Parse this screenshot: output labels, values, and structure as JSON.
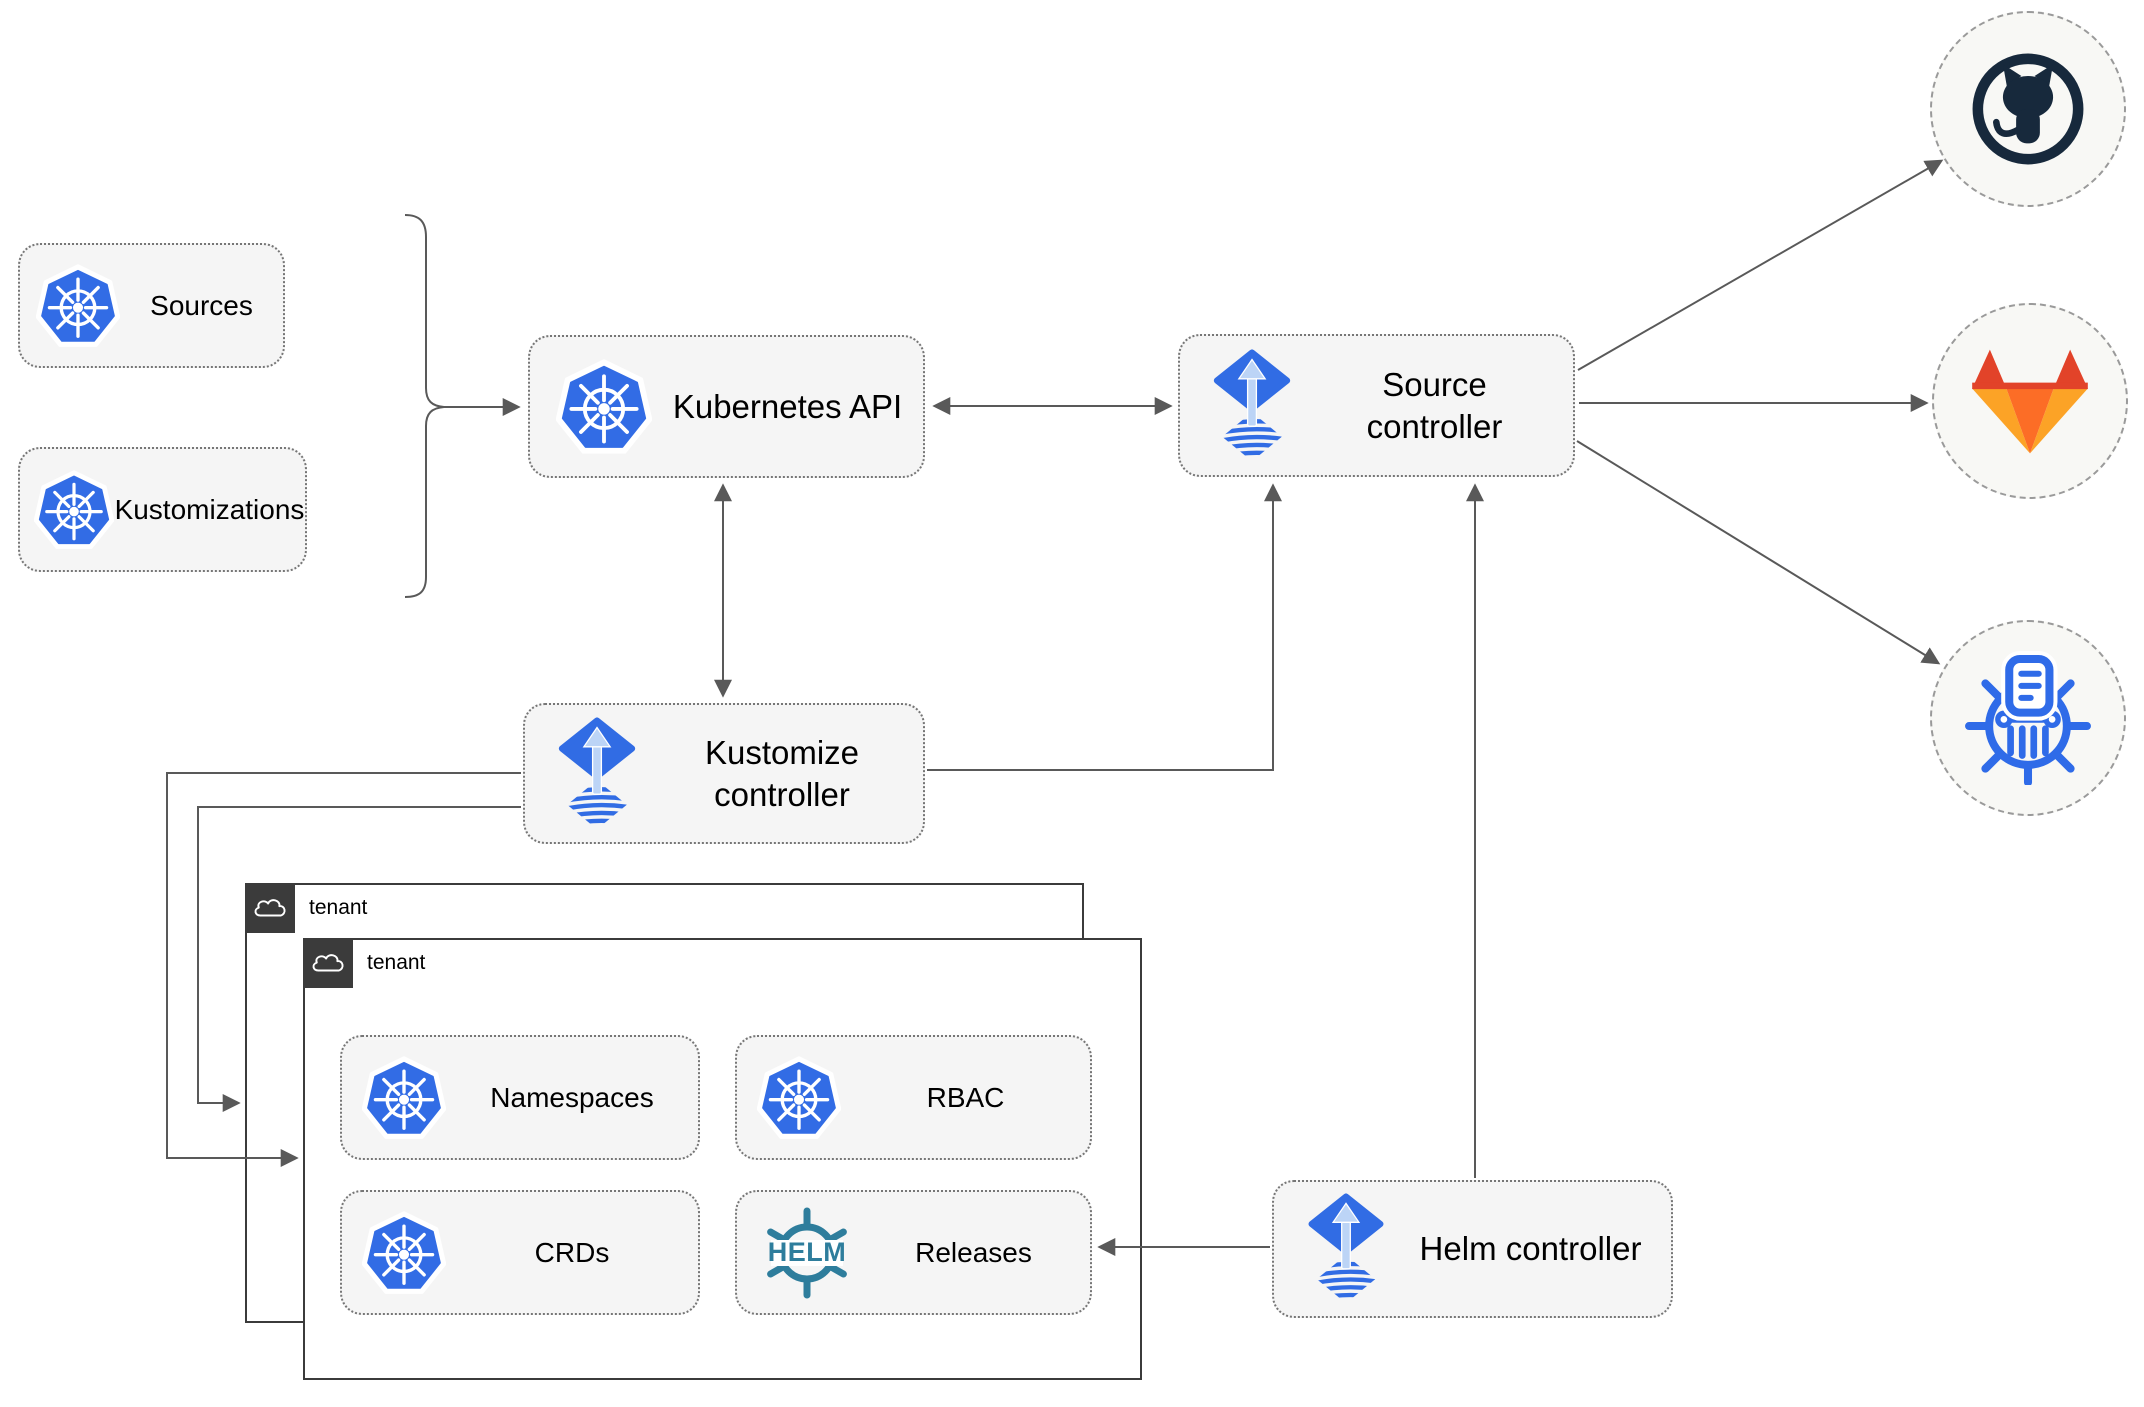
{
  "nodes": {
    "sources": {
      "label": "Sources"
    },
    "kustomizations": {
      "label": "Kustomizations"
    },
    "kubernetes_api": {
      "label": "Kubernetes API"
    },
    "source_controller": {
      "label": "Source controller"
    },
    "kustomize_controller": {
      "label": "Kustomize controller"
    },
    "helm_controller": {
      "label": "Helm controller"
    },
    "namespaces": {
      "label": "Namespaces"
    },
    "rbac": {
      "label": "RBAC"
    },
    "crds": {
      "label": "CRDs"
    },
    "releases": {
      "label": "Releases"
    }
  },
  "tenants": {
    "back_label": "tenant",
    "front_label": "tenant"
  },
  "logos": {
    "helm_text": "HELM"
  },
  "colors": {
    "kubernetes_blue": "#326ce5",
    "flux_blue": "#316ce4",
    "helm_teal": "#2e7d9c",
    "github_dark": "#17293c",
    "gitlab_red": "#e24329",
    "gitlab_orange": "#fc6d26",
    "gitlab_light_orange": "#fca326",
    "registry_blue": "#2f6be8",
    "connector_gray": "#595959",
    "node_fill": "#f5f5f5",
    "tenant_border": "#3b3b3b"
  }
}
